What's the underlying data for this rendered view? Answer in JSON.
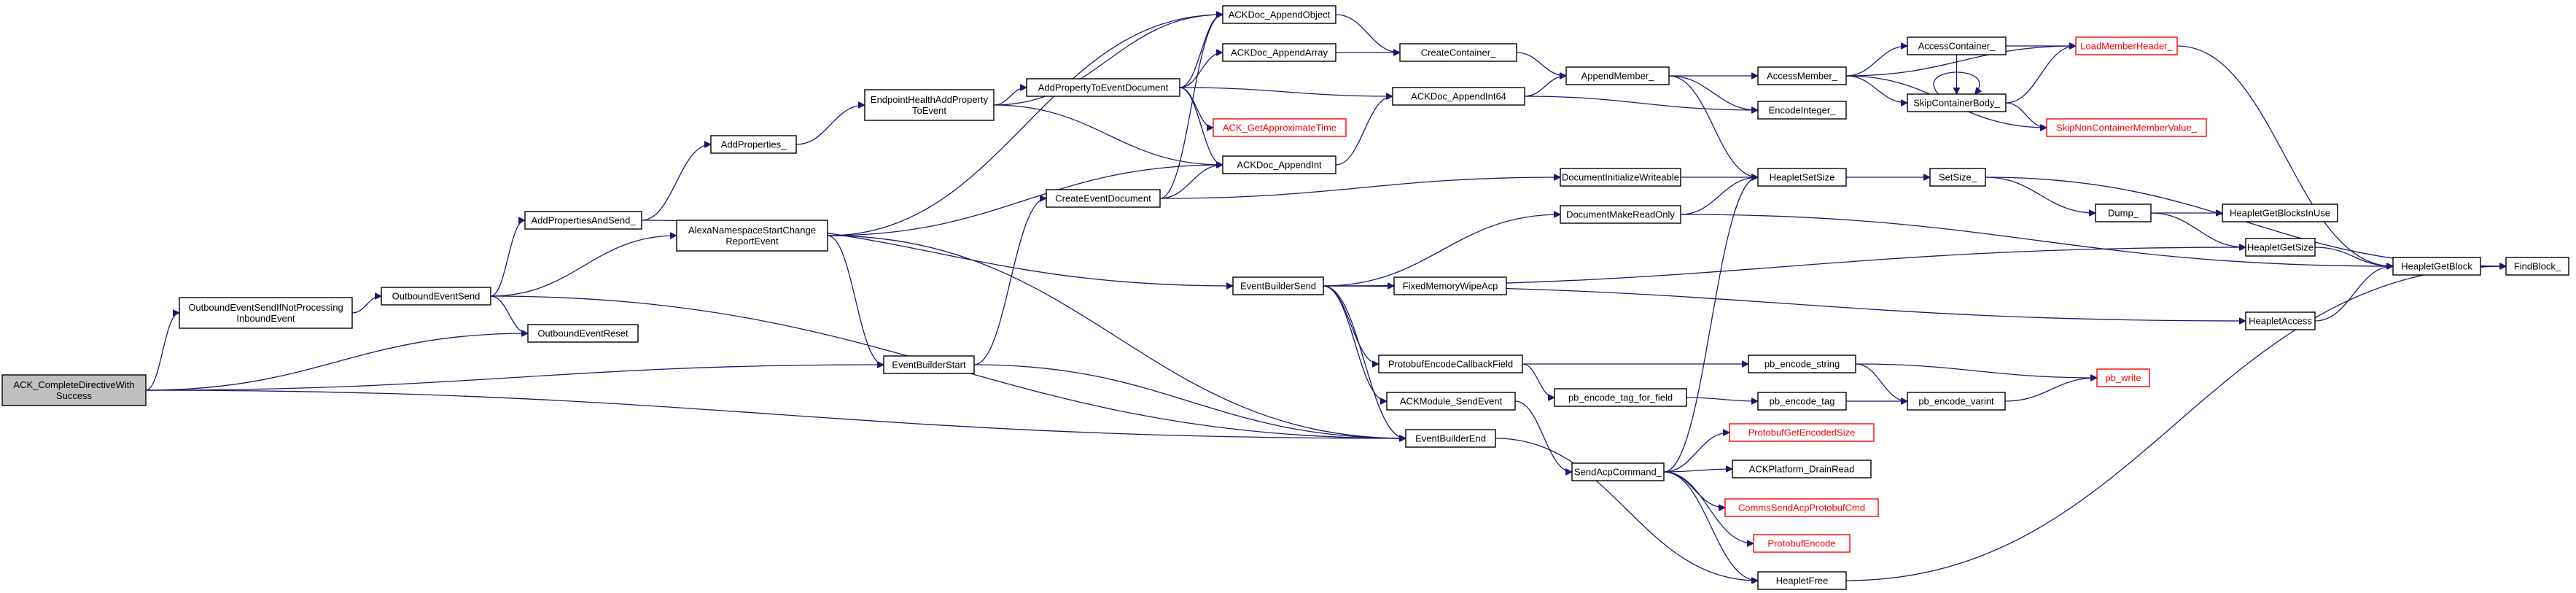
{
  "nodes": [
    {
      "id": "root",
      "label": [
        "ACK_CompleteDirectiveWith",
        "Success"
      ],
      "style": "root"
    },
    {
      "id": "oesinp",
      "label": [
        "OutboundEventSendIfNotProcessing",
        "InboundEvent"
      ]
    },
    {
      "id": "oes",
      "label": [
        "OutboundEventSend"
      ]
    },
    {
      "id": "apas",
      "label": [
        "AddPropertiesAndSend_"
      ]
    },
    {
      "id": "ap",
      "label": [
        "AddProperties_"
      ]
    },
    {
      "id": "ehap",
      "label": [
        "EndpointHealthAddProperty",
        "ToEvent"
      ]
    },
    {
      "id": "aptd",
      "label": [
        "AddPropertyToEventDocument"
      ]
    },
    {
      "id": "ansc",
      "label": [
        "AlexaNamespaceStartChange",
        "ReportEvent"
      ]
    },
    {
      "id": "oer",
      "label": [
        "OutboundEventReset"
      ]
    },
    {
      "id": "ebs",
      "label": [
        "EventBuilderStart"
      ]
    },
    {
      "id": "ced",
      "label": [
        "CreateEventDocument"
      ]
    },
    {
      "id": "ackao",
      "label": [
        "ACKDoc_AppendObject"
      ]
    },
    {
      "id": "ackaa",
      "label": [
        "ACKDoc_AppendArray"
      ]
    },
    {
      "id": "ackgat",
      "label": [
        "ACK_GetApproximateTime"
      ],
      "style": "red"
    },
    {
      "id": "ackai",
      "label": [
        "ACKDoc_AppendInt"
      ]
    },
    {
      "id": "ackai64",
      "label": [
        "ACKDoc_AppendInt64"
      ]
    },
    {
      "id": "cc",
      "label": [
        "CreateContainer_"
      ]
    },
    {
      "id": "am",
      "label": [
        "AppendMember_"
      ]
    },
    {
      "id": "ei",
      "label": [
        "EncodeInteger_"
      ]
    },
    {
      "id": "acm",
      "label": [
        "AccessMember_"
      ]
    },
    {
      "id": "acc",
      "label": [
        "AccessContainer_"
      ]
    },
    {
      "id": "lmh",
      "label": [
        "LoadMemberHeader_"
      ],
      "style": "red"
    },
    {
      "id": "scb",
      "label": [
        "SkipContainerBody_"
      ]
    },
    {
      "id": "sncmv",
      "label": [
        "SkipNonContainerMemberValue_"
      ],
      "style": "red"
    },
    {
      "id": "diw",
      "label": [
        "DocumentInitializeWriteable"
      ]
    },
    {
      "id": "dmro",
      "label": [
        "DocumentMakeReadOnly"
      ]
    },
    {
      "id": "hss",
      "label": [
        "HeapletSetSize"
      ]
    },
    {
      "id": "ss",
      "label": [
        "SetSize_"
      ]
    },
    {
      "id": "dump",
      "label": [
        "Dump_"
      ]
    },
    {
      "id": "hgbiu",
      "label": [
        "HeapletGetBlocksInUse"
      ]
    },
    {
      "id": "hgs",
      "label": [
        "HeapletGetSize"
      ]
    },
    {
      "id": "hgb",
      "label": [
        "HeapletGetBlock"
      ]
    },
    {
      "id": "fb",
      "label": [
        "FindBlock_"
      ]
    },
    {
      "id": "ebsend",
      "label": [
        "EventBuilderSend"
      ]
    },
    {
      "id": "fmwa",
      "label": [
        "FixedMemoryWipeAcp"
      ]
    },
    {
      "id": "ha",
      "label": [
        "HeapletAccess"
      ]
    },
    {
      "id": "pecf",
      "label": [
        "ProtobufEncodeCallbackField"
      ]
    },
    {
      "id": "ackmse",
      "label": [
        "ACKModule_SendEvent"
      ]
    },
    {
      "id": "ebe",
      "label": [
        "EventBuilderEnd"
      ]
    },
    {
      "id": "petff",
      "label": [
        "pb_encode_tag_for_field"
      ]
    },
    {
      "id": "pes",
      "label": [
        "pb_encode_string"
      ]
    },
    {
      "id": "pet",
      "label": [
        "pb_encode_tag"
      ]
    },
    {
      "id": "pev",
      "label": [
        "pb_encode_varint"
      ]
    },
    {
      "id": "pw",
      "label": [
        "pb_write"
      ],
      "style": "red"
    },
    {
      "id": "sac",
      "label": [
        "SendAcpCommand_"
      ]
    },
    {
      "id": "pges",
      "label": [
        "ProtobufGetEncodedSize"
      ],
      "style": "red"
    },
    {
      "id": "ackpdr",
      "label": [
        "ACKPlatform_DrainRead"
      ]
    },
    {
      "id": "csapc",
      "label": [
        "CommsSendAcpProtobufCmd"
      ],
      "style": "red"
    },
    {
      "id": "pe",
      "label": [
        "ProtobufEncode"
      ],
      "style": "red"
    },
    {
      "id": "hf",
      "label": [
        "HeapletFree"
      ]
    }
  ],
  "edges": [
    [
      "root",
      "oesinp"
    ],
    [
      "root",
      "oer"
    ],
    [
      "root",
      "ebs"
    ],
    [
      "root",
      "ebe"
    ],
    [
      "oesinp",
      "oes"
    ],
    [
      "oes",
      "apas"
    ],
    [
      "oes",
      "ansc"
    ],
    [
      "oes",
      "oer"
    ],
    [
      "oes",
      "ebe"
    ],
    [
      "apas",
      "ap"
    ],
    [
      "apas",
      "ebsend"
    ],
    [
      "ap",
      "ehap"
    ],
    [
      "ehap",
      "ackao"
    ],
    [
      "ehap",
      "aptd"
    ],
    [
      "ehap",
      "ackai"
    ],
    [
      "aptd",
      "ackao"
    ],
    [
      "aptd",
      "ackaa"
    ],
    [
      "aptd",
      "ackgat"
    ],
    [
      "aptd",
      "ackai"
    ],
    [
      "aptd",
      "ackai64"
    ],
    [
      "ansc",
      "ackao"
    ],
    [
      "ansc",
      "ackai"
    ],
    [
      "ansc",
      "ebs"
    ],
    [
      "ansc",
      "ebe"
    ],
    [
      "ebs",
      "ced"
    ],
    [
      "ebs",
      "ebe"
    ],
    [
      "ced",
      "ackao"
    ],
    [
      "ced",
      "ackai"
    ],
    [
      "ced",
      "diw"
    ],
    [
      "ackao",
      "cc"
    ],
    [
      "ackaa",
      "cc"
    ],
    [
      "ackai",
      "ackai64"
    ],
    [
      "ackai64",
      "am"
    ],
    [
      "ackai64",
      "ei"
    ],
    [
      "cc",
      "am"
    ],
    [
      "am",
      "acm"
    ],
    [
      "am",
      "ei"
    ],
    [
      "am",
      "hss"
    ],
    [
      "acm",
      "acc"
    ],
    [
      "acm",
      "lmh"
    ],
    [
      "acm",
      "scb"
    ],
    [
      "acm",
      "sncmv"
    ],
    [
      "acc",
      "lmh"
    ],
    [
      "acc",
      "scb"
    ],
    [
      "scb",
      "scb"
    ],
    [
      "scb",
      "lmh"
    ],
    [
      "scb",
      "sncmv"
    ],
    [
      "lmh",
      "hgb"
    ],
    [
      "diw",
      "hss"
    ],
    [
      "dmro",
      "hss"
    ],
    [
      "dmro",
      "hgb"
    ],
    [
      "hss",
      "ss"
    ],
    [
      "ss",
      "dump"
    ],
    [
      "ss",
      "fb"
    ],
    [
      "dump",
      "hgbiu"
    ],
    [
      "dump",
      "hgs"
    ],
    [
      "hgs",
      "hgb"
    ],
    [
      "hgb",
      "fb"
    ],
    [
      "ebsend",
      "dmro"
    ],
    [
      "ebsend",
      "hgs"
    ],
    [
      "ebsend",
      "fmwa"
    ],
    [
      "ebsend",
      "ha"
    ],
    [
      "ebsend",
      "pecf"
    ],
    [
      "ebsend",
      "ackmse"
    ],
    [
      "ebsend",
      "ebe"
    ],
    [
      "ha",
      "hgb"
    ],
    [
      "pecf",
      "pes"
    ],
    [
      "pecf",
      "petff"
    ],
    [
      "petff",
      "pet"
    ],
    [
      "pes",
      "pev"
    ],
    [
      "pes",
      "pw"
    ],
    [
      "pet",
      "pev"
    ],
    [
      "pev",
      "pw"
    ],
    [
      "ackmse",
      "sac"
    ],
    [
      "ebe",
      "hf"
    ],
    [
      "sac",
      "hss"
    ],
    [
      "sac",
      "pges"
    ],
    [
      "sac",
      "ackpdr"
    ],
    [
      "sac",
      "csapc"
    ],
    [
      "sac",
      "pe"
    ],
    [
      "sac",
      "hf"
    ],
    [
      "hf",
      "fb"
    ]
  ]
}
